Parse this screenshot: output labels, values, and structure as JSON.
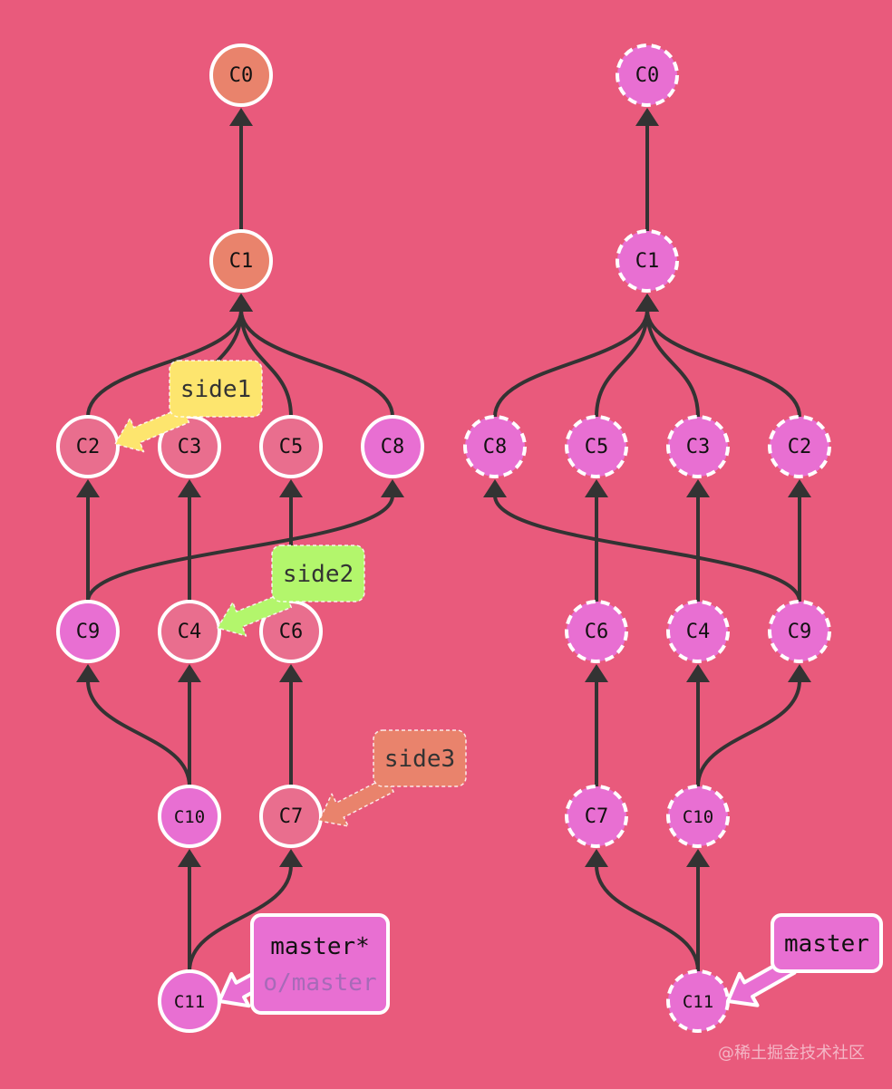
{
  "diagrams": [
    {
      "id": "left",
      "commits": [
        {
          "id": "C0",
          "label": "C0",
          "fill": "#e9836c"
        },
        {
          "id": "C1",
          "label": "C1",
          "fill": "#e9836c"
        },
        {
          "id": "C2",
          "label": "C2",
          "fill": "#e96e8e"
        },
        {
          "id": "C3",
          "label": "C3",
          "fill": "#e96e8e"
        },
        {
          "id": "C5",
          "label": "C5",
          "fill": "#e96e8e"
        },
        {
          "id": "C8",
          "label": "C8",
          "fill": "#e86fd2"
        },
        {
          "id": "C9",
          "label": "C9",
          "fill": "#e86fd2"
        },
        {
          "id": "C4",
          "label": "C4",
          "fill": "#e96e8e"
        },
        {
          "id": "C6",
          "label": "C6",
          "fill": "#e96e8e"
        },
        {
          "id": "C10",
          "label": "C10",
          "fill": "#e86fd2"
        },
        {
          "id": "C7",
          "label": "C7",
          "fill": "#e96e8e"
        },
        {
          "id": "C11",
          "label": "C11",
          "fill": "#e86fd2"
        }
      ],
      "edges": [
        [
          "C1",
          "C0"
        ],
        [
          "C2",
          "C1"
        ],
        [
          "C3",
          "C1"
        ],
        [
          "C5",
          "C1"
        ],
        [
          "C8",
          "C1"
        ],
        [
          "C9",
          "C2"
        ],
        [
          "C9",
          "C8"
        ],
        [
          "C4",
          "C3"
        ],
        [
          "C6",
          "C5"
        ],
        [
          "C10",
          "C9"
        ],
        [
          "C10",
          "C4"
        ],
        [
          "C7",
          "C6"
        ],
        [
          "C11",
          "C10"
        ],
        [
          "C11",
          "C7"
        ]
      ],
      "labels": [
        {
          "id": "side1",
          "lines": [
            "side1"
          ],
          "target": "C2",
          "fill": "#fde56e",
          "text_color": "#333333",
          "dashed": true
        },
        {
          "id": "side2",
          "lines": [
            "side2"
          ],
          "target": "C4",
          "fill": "#b3f66c",
          "text_color": "#333333",
          "dashed": true
        },
        {
          "id": "side3",
          "lines": [
            "side3"
          ],
          "target": "C7",
          "fill": "#e9836c",
          "text_color": "#333333",
          "dashed": true
        },
        {
          "id": "master-left",
          "lines": [
            "master*",
            "o/master"
          ],
          "target": "C11",
          "fill": "#e86fd2",
          "text_color": "#111111",
          "secondary_color": "#a76ab8",
          "dashed": false
        }
      ]
    },
    {
      "id": "right",
      "commits": [
        {
          "id": "C0",
          "label": "C0",
          "fill": "#e86fd2"
        },
        {
          "id": "C1",
          "label": "C1",
          "fill": "#e86fd2"
        },
        {
          "id": "C8",
          "label": "C8",
          "fill": "#e86fd2"
        },
        {
          "id": "C5",
          "label": "C5",
          "fill": "#e86fd2"
        },
        {
          "id": "C3",
          "label": "C3",
          "fill": "#e86fd2"
        },
        {
          "id": "C2",
          "label": "C2",
          "fill": "#e86fd2"
        },
        {
          "id": "C6",
          "label": "C6",
          "fill": "#e86fd2"
        },
        {
          "id": "C4",
          "label": "C4",
          "fill": "#e86fd2"
        },
        {
          "id": "C9",
          "label": "C9",
          "fill": "#e86fd2"
        },
        {
          "id": "C7",
          "label": "C7",
          "fill": "#e86fd2"
        },
        {
          "id": "C10",
          "label": "C10",
          "fill": "#e86fd2"
        },
        {
          "id": "C11",
          "label": "C11",
          "fill": "#e86fd2"
        }
      ],
      "dashed_nodes": true,
      "edges": [
        [
          "C1",
          "C0"
        ],
        [
          "C8",
          "C1"
        ],
        [
          "C5",
          "C1"
        ],
        [
          "C3",
          "C1"
        ],
        [
          "C2",
          "C1"
        ],
        [
          "C6",
          "C5"
        ],
        [
          "C4",
          "C3"
        ],
        [
          "C9",
          "C2"
        ],
        [
          "C9",
          "C8"
        ],
        [
          "C7",
          "C6"
        ],
        [
          "C10",
          "C4"
        ],
        [
          "C10",
          "C9"
        ],
        [
          "C11",
          "C7"
        ],
        [
          "C11",
          "C10"
        ]
      ],
      "labels": [
        {
          "id": "master-right",
          "lines": [
            "master"
          ],
          "target": "C11",
          "fill": "#e86fd2",
          "text_color": "#111111",
          "dashed": false
        }
      ]
    }
  ],
  "colors": {
    "background": "#e95a7c",
    "edge": "#333333",
    "node_stroke": "#ffffff"
  },
  "watermark": "@稀土掘金技术社区"
}
